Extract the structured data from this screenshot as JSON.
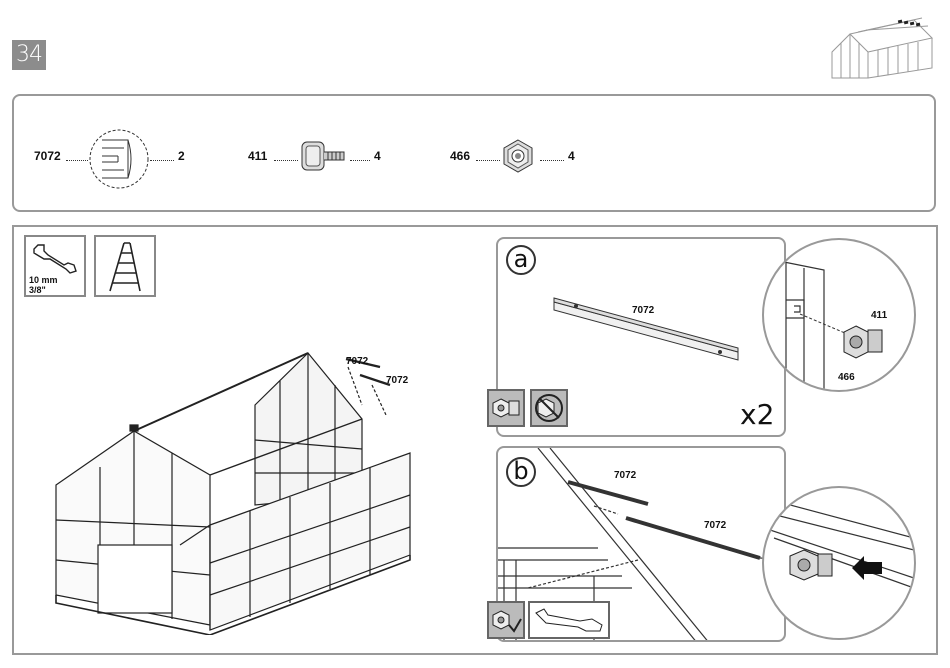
{
  "page": {
    "step_number": "34"
  },
  "parts": [
    {
      "code": "7072",
      "qty": "2",
      "icon": "profile-bar-icon"
    },
    {
      "code": "411",
      "qty": "4",
      "icon": "square-bolt-icon"
    },
    {
      "code": "466",
      "qty": "4",
      "icon": "hex-nut-icon"
    }
  ],
  "tools": {
    "wrench_label_line1": "10 mm",
    "wrench_label_line2": "3/8\""
  },
  "main_labels": {
    "bar_top": "7072",
    "bar_bottom": "7072"
  },
  "panel_a": {
    "letter": "a",
    "bar_label": "7072",
    "multiplier": "x2",
    "zoom_bolt": "411",
    "zoom_nut": "466"
  },
  "panel_b": {
    "letter": "b",
    "bar_top_label": "7072",
    "bar_bottom_label": "7072"
  }
}
